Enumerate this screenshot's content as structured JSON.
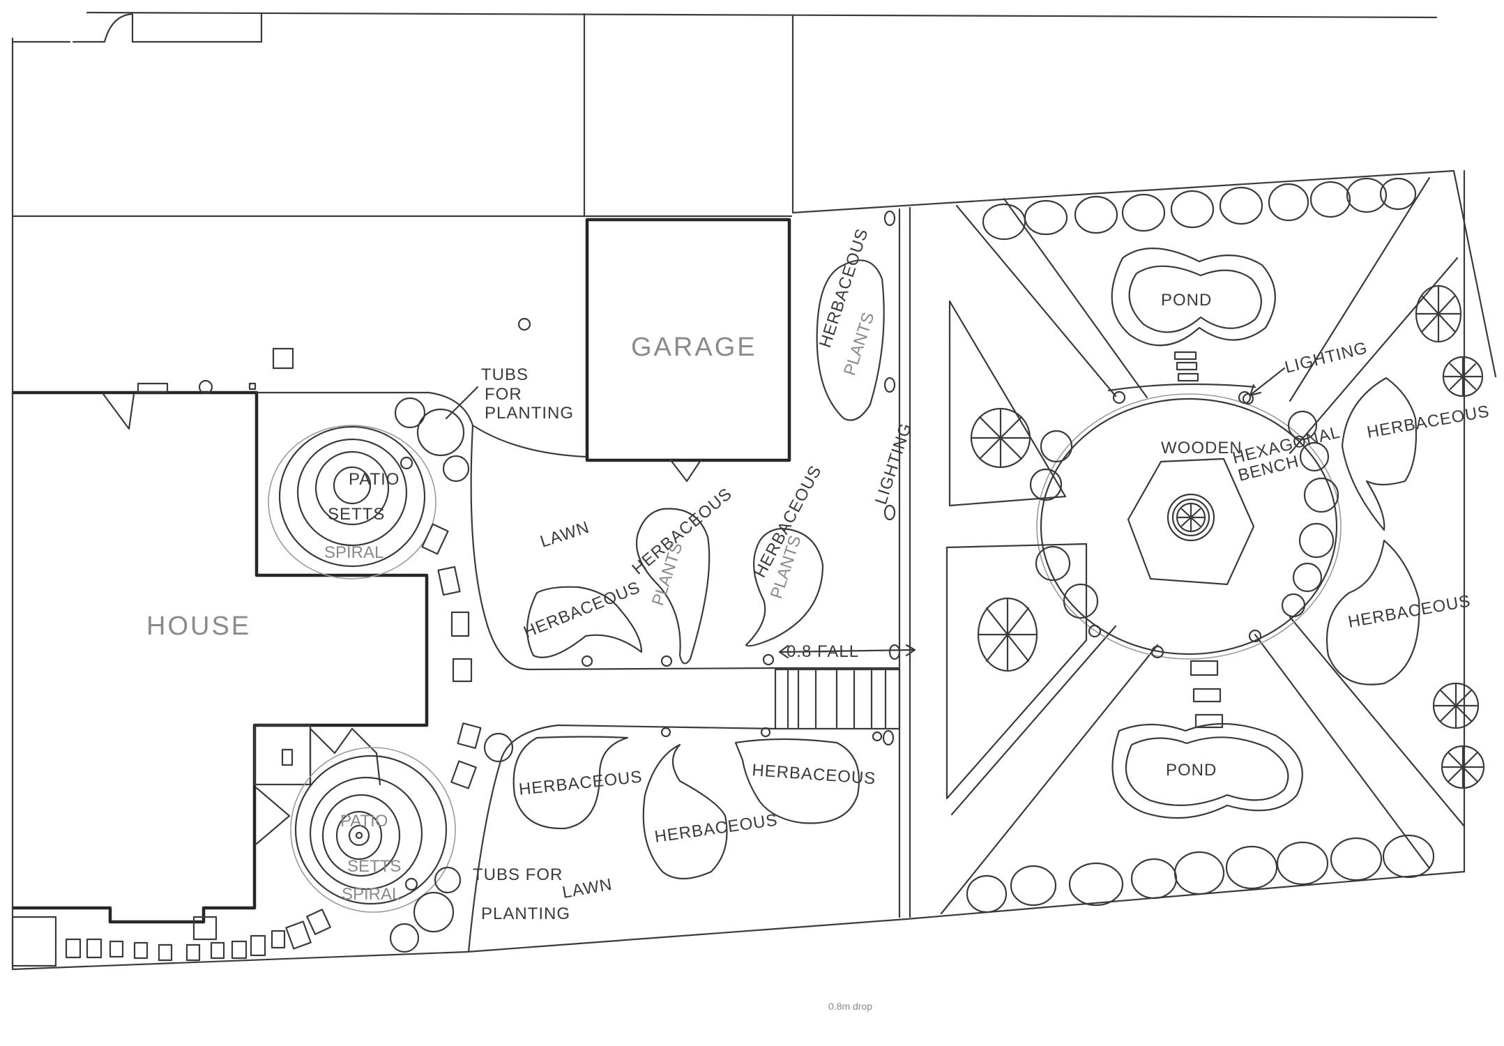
{
  "labels": {
    "house": "HOUSE",
    "garage": "GARAGE",
    "lawn": "LAWN",
    "lawn_lower": "LAWN",
    "patio_upper": "PATIO",
    "setts_upper": "SETTS",
    "spiral_upper": "SPIRAL",
    "patio_lower": "PATIO",
    "setts_lower": "SETTS",
    "spiral_lower": "SPIRAL",
    "tubs_upper_1": "TUBS",
    "tubs_upper_2": "FOR",
    "tubs_upper_3": "PLANTING",
    "tubs_lower_1": "TUBS FOR",
    "tubs_lower_2": "PLANTING",
    "herbaceous_plants_top_1": "HERBACEOUS",
    "herbaceous_plants_top_2": "PLANTS",
    "herbaceous_plants_mid_1": "HERBACEOUS",
    "herbaceous_plants_mid_2": "PLANTS",
    "herbaceous_plants_right_1": "HERBACEOUS",
    "herbaceous_plants_right_2": "PLANTS",
    "herbaceous_lawn": "HERBACEOUS",
    "herbaceous_low_1": "HERBACEOUS",
    "herbaceous_low_2": "HERBACEOUS",
    "herbaceous_low_3": "HERBACEOUS",
    "herbaceous_formal_1": "HERBACEOUS",
    "herbaceous_formal_2": "HERBACEOUS",
    "lighting_side": "LIGHTING",
    "lighting_pond": "LIGHTING",
    "fall": "0.8 FALL",
    "pond_top": "POND",
    "pond_bottom": "POND",
    "wooden": "WOODEN",
    "hexagonal": "HEXAGONAL",
    "bench": "BENCH",
    "drop": "0.8m drop"
  }
}
